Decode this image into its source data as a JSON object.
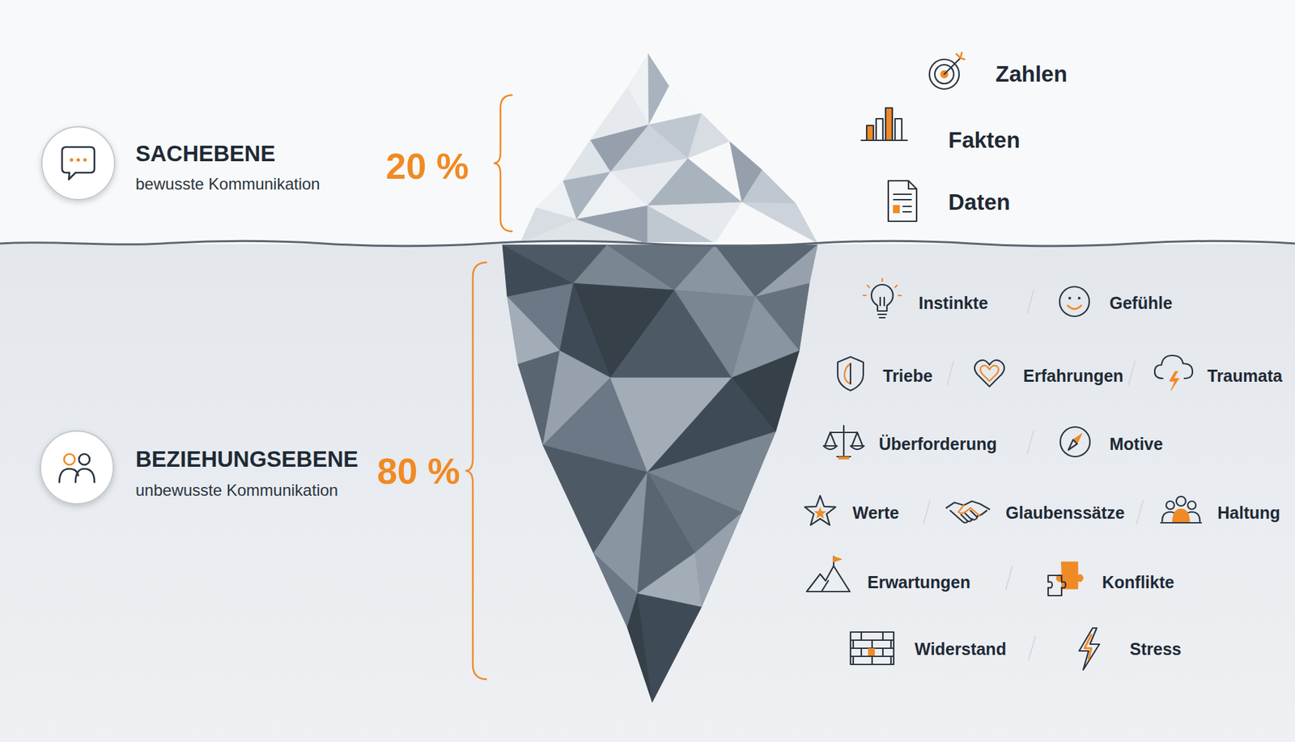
{
  "diagram": {
    "labels": [
      "SACHEBENE",
      "bewusste Kommunikation",
      "20 %",
      "Zahlen",
      "Fakten",
      "Daten",
      "BEZIEHUNGSEBENE",
      "unbewusste Kommunikation",
      "80 %",
      "Instinkte",
      "Gefühle",
      "Triebe",
      "Erfahrungen",
      "Traumata",
      "Überforderung",
      "Motive",
      "Werte",
      "Glaubenssätze",
      "Haltung",
      "Erwartungen",
      "Konflikte",
      "Widerstand",
      "Stress"
    ]
  }
}
